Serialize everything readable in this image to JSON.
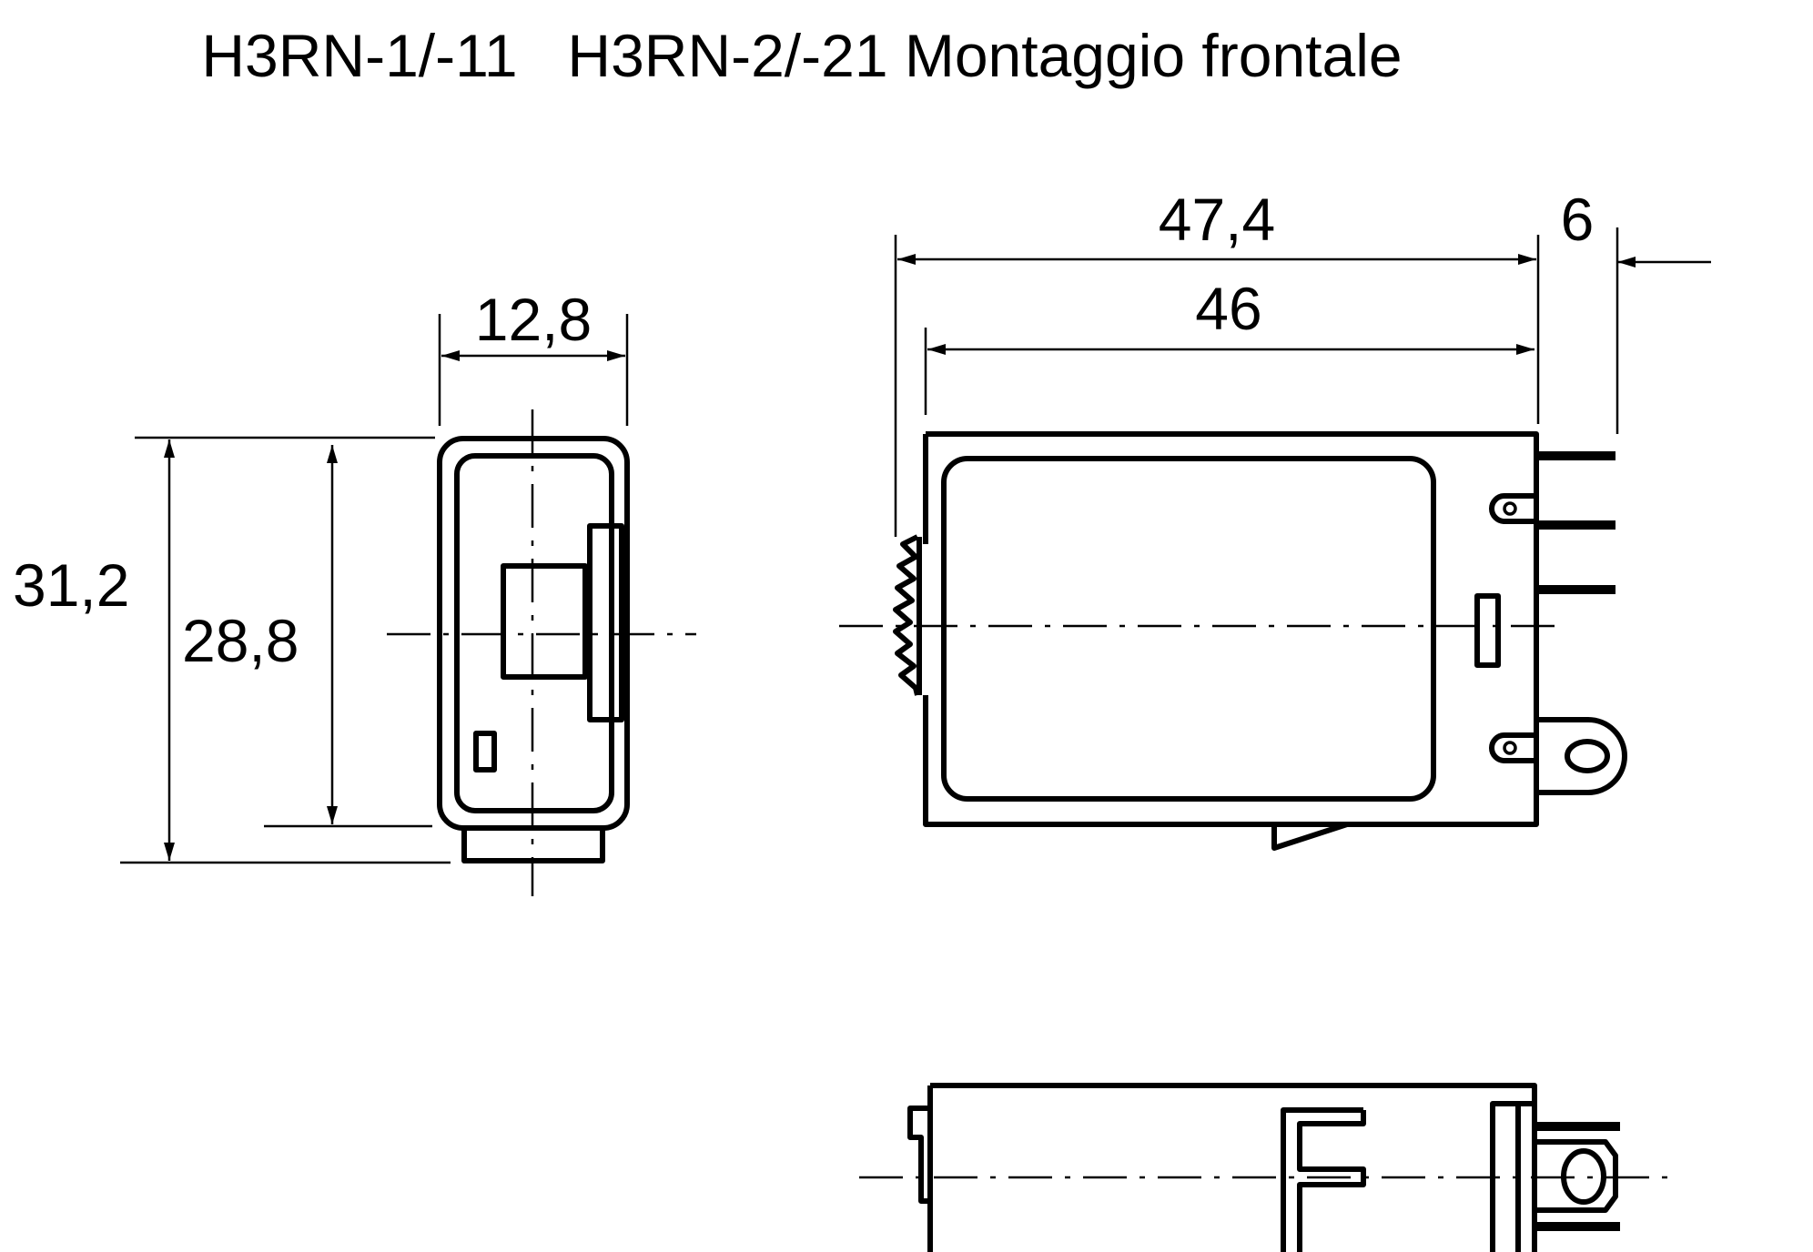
{
  "titles": {
    "left": "H3RN-1/-11",
    "right": "H3RN-2/-21 Montaggio frontale"
  },
  "dimensions": {
    "width_side": "12,8",
    "height_outer": "31,2",
    "height_inner": "28,8",
    "length_overall": "47,4",
    "length_body": "46",
    "pin_length": "6"
  }
}
